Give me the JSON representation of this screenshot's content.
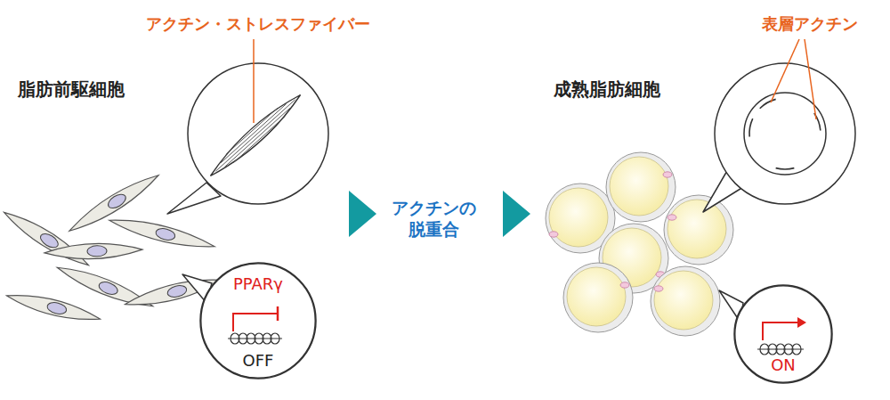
{
  "diagram": {
    "nodes": [
      {
        "text": [
          "PPARγ",
          "OFF"
        ]
      },
      {
        "text": [
          "ON"
        ]
      }
    ],
    "labels": [
      "アクチン・ストレスファイバー",
      "脂肪前駆細胞",
      "アクチンの 脱重合",
      "表層アクチン",
      "成熟脂肪細胞"
    ]
  }
}
